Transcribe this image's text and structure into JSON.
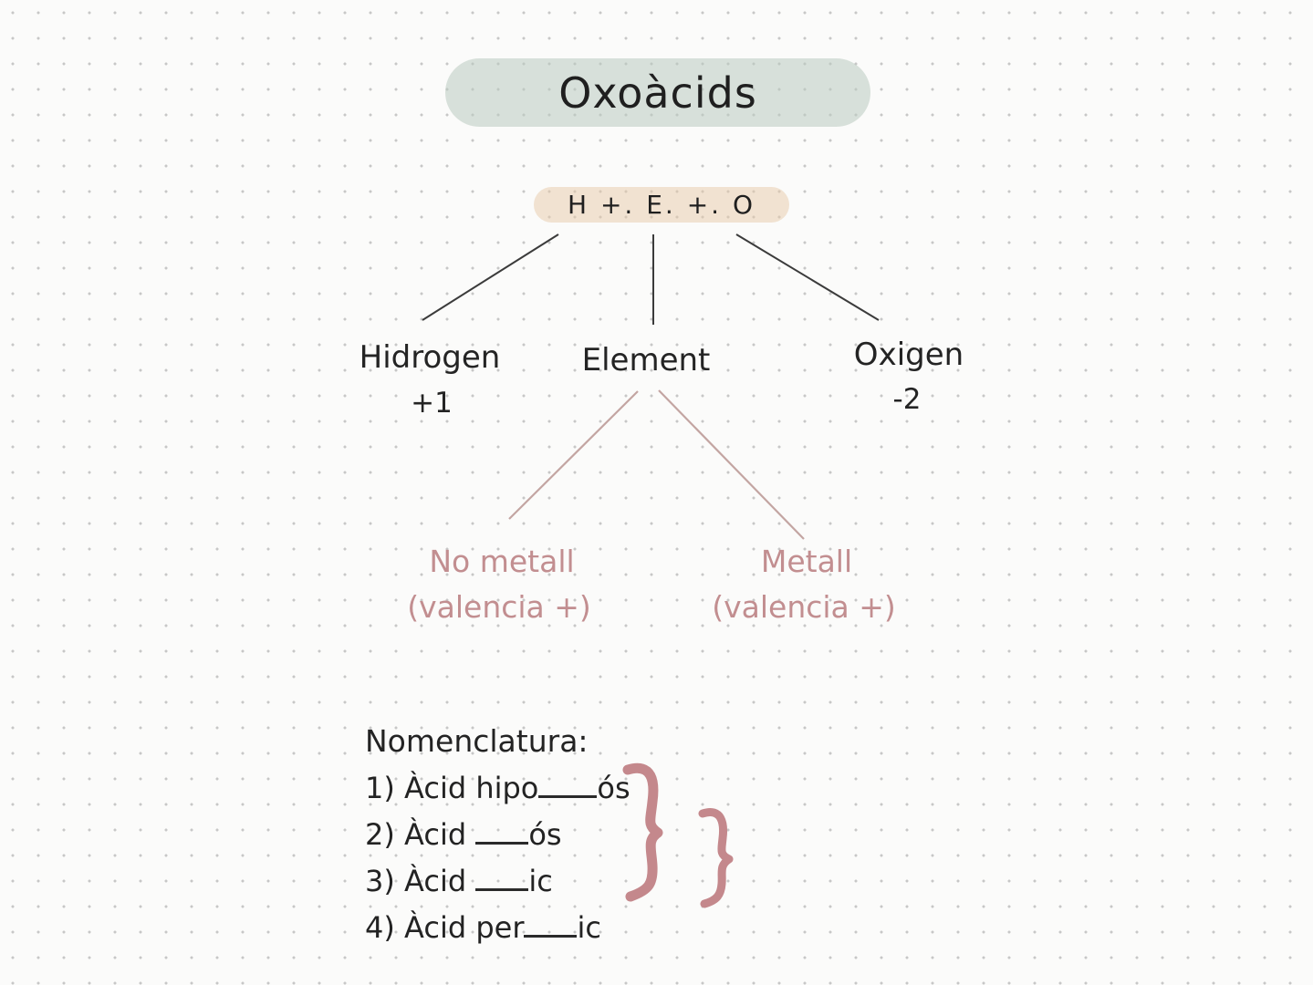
{
  "title": "Oxoàcids",
  "formula": "H +. E. +. O",
  "components": {
    "hydrogen": {
      "name": "Hidrogen",
      "charge": "+1"
    },
    "element": {
      "name": "Element"
    },
    "oxygen": {
      "name": "Oxigen",
      "charge": "-2"
    }
  },
  "element_branches": {
    "nonmetal": {
      "name": "No metall",
      "valence": "(valencia +)"
    },
    "metal": {
      "name": "Metall",
      "valence": "(valencia +)"
    }
  },
  "nomenclature": {
    "heading": "Nomenclatura:",
    "items": [
      {
        "prefix": "1) Àcid hipo",
        "suffix": "ós"
      },
      {
        "prefix": "2) Àcid ",
        "suffix": "ós"
      },
      {
        "prefix": "3) Àcid ",
        "suffix": "ic"
      },
      {
        "prefix": "4) Àcid per",
        "suffix": "ic"
      }
    ]
  },
  "colors": {
    "title_pill": "#dde5df",
    "formula_pill": "#f3e5d4",
    "ink": "#2a2a2a",
    "rose_text": "#c28e90",
    "rose_line": "#c3a5a2",
    "brace": "#c4888c",
    "grid_dot": "#c7c7c7"
  }
}
